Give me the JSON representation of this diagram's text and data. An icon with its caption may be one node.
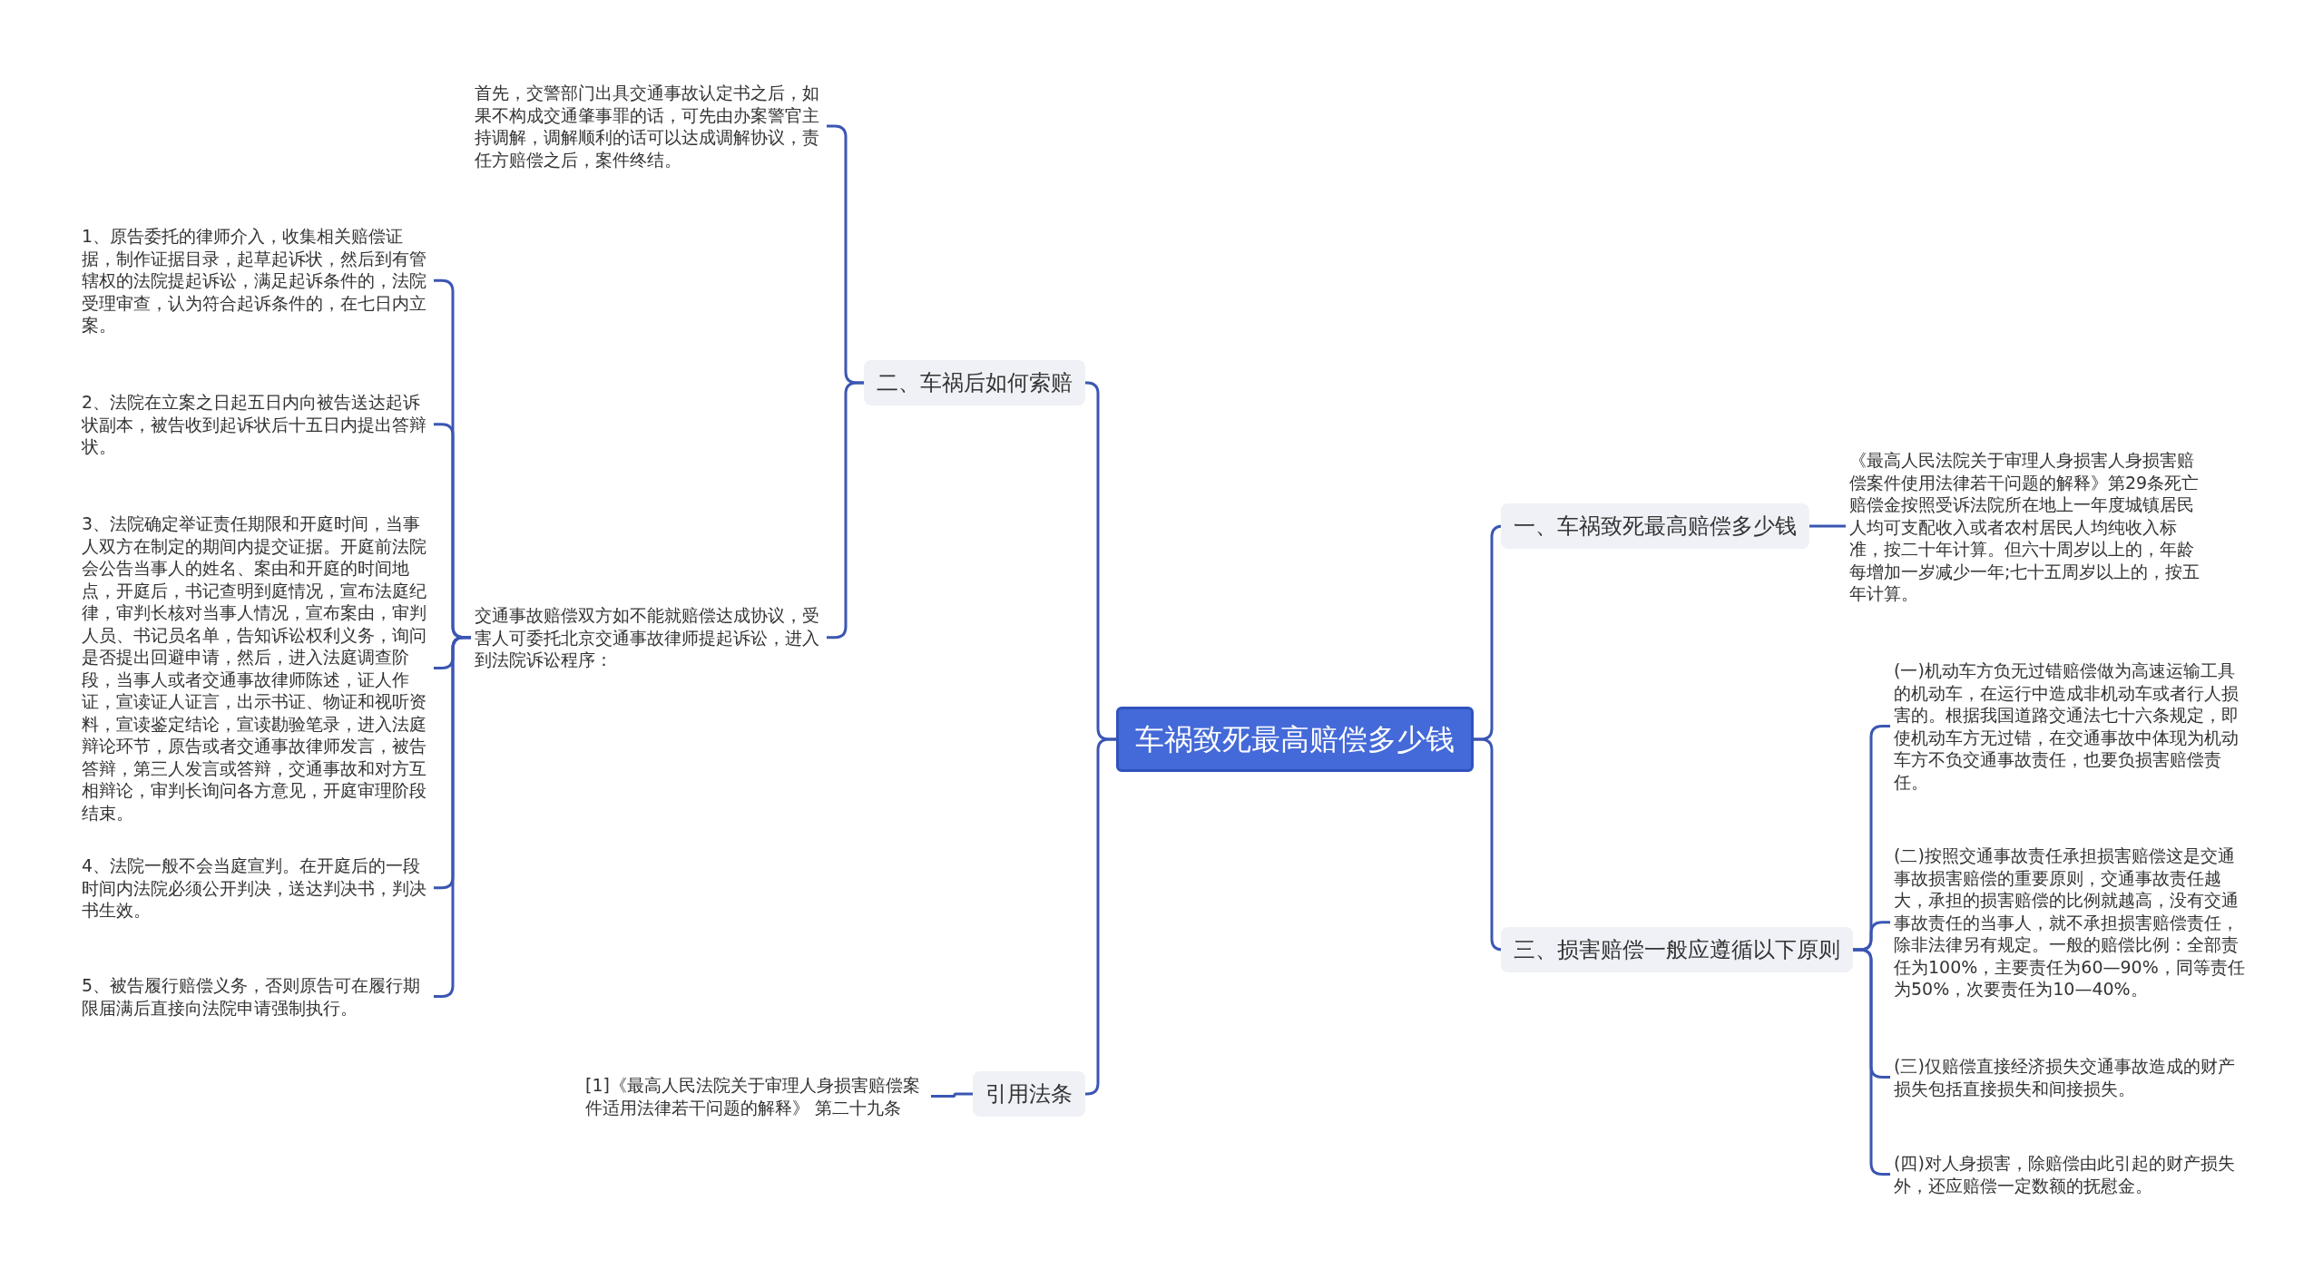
{
  "diagram": {
    "nodes": [
      {
        "text": [
          "车祸致死最高赔偿多少钱"
        ]
      },
      {
        "text": [
          "二、车祸后如何索赔"
        ]
      },
      {
        "text": [
          "首先，交警部门出具交通事故认定书之后，如果不构成交通肇事罪的话，可先由办案警官主持调解，调解顺利的话可以达成调解协议，责任方赔偿之后，案件终结。"
        ]
      },
      {
        "text": [
          "交通事故赔偿双方如不能就赔偿达成协议，受害人可委托北京交通事故律师提起诉讼，进入到法院诉讼程序："
        ]
      },
      {
        "text": [
          "1、原告委托的律师介入，收集相关赔偿证据，制作证据目录，起草起诉状，然后到有管辖权的法院提起诉讼，满足起诉条件的，法院受理审查，认为符合起诉条件的，在七日内立案。"
        ]
      },
      {
        "text": [
          "2、法院在立案之日起五日内向被告送达起诉状副本，被告收到起诉状后十五日内提出答辩状。"
        ]
      },
      {
        "text": [
          "3、法院确定举证责任期限和开庭时间，当事人双方在制定的期间内提交证据。开庭前法院会公告当事人的姓名、案由和开庭的时间地点，开庭后，书记查明到庭情况，宣布法庭纪律，审判长核对当事人情况，宣布案由，审判人员、书记员名单，告知诉讼权利义务，询问是否提出回避申请，然后，进入法庭调查阶段，当事人或者交通事故律师陈述，证人作证，宣读证人证言，出示书证、物证和视听资料，宣读鉴定结论，宣读勘验笔录，进入法庭辩论环节，原告或者交通事故律师发言，被告答辩，第三人发言或答辩，交通事故和对方互相辩论，审判长询问各方意见，开庭审理阶段结束。"
        ]
      },
      {
        "text": [
          "4、法院一般不会当庭宣判。在开庭后的一段时间内法院必须公开判决，送达判决书，判决书生效。"
        ]
      },
      {
        "text": [
          "5、被告履行赔偿义务，否则原告可在履行期限届满后直接向法院申请强制执行。"
        ]
      },
      {
        "text": [
          "引用法条"
        ]
      },
      {
        "text": [
          "[1]《最高人民法院关于审理人身损害赔偿案件适用法律若干问题的解释》 第二十九条"
        ]
      },
      {
        "text": [
          "一、车祸致死最高赔偿多少钱"
        ]
      },
      {
        "text": [
          "《最高人民法院关于审理人身损害人身损害赔偿案件使用法律若干问题的解释》第29条死亡赔偿金按照受诉法院所在地上一年度城镇居民人均可支配收入或者农村居民人均纯收入标准，按二十年计算。但六十周岁以上的，年龄每增加一岁减少一年;七十五周岁以上的，按五年计算。"
        ]
      },
      {
        "text": [
          "三、损害赔偿一般应遵循以下原则"
        ]
      },
      {
        "text": [
          "(一)机动车方负无过错赔偿做为高速运输工具的机动车，在运行中造成非机动车或者行人损害的。根据我国道路交通法七十六条规定，即使机动车方无过错，在交通事故中体现为机动车方不负交通事故责任，也要负损害赔偿责任。"
        ]
      },
      {
        "text": [
          "(二)按照交通事故责任承担损害赔偿这是交通事故损害赔偿的重要原则，交通事故责任越大，承担的损害赔偿的比例就越高，没有交通事故责任的当事人，就不承担损害赔偿责任，除非法律另有规定。一般的赔偿比例：全部责任为100%，主要责任为60—90%，同等责任为50%，次要责任为10—40%。"
        ]
      },
      {
        "text": [
          "(三)仅赔偿直接经济损失交通事故造成的财产损失包括直接损失和间接损失。"
        ]
      },
      {
        "text": [
          "(四)对人身损害，除赔偿由此引起的财产损失外，还应赔偿一定数额的抚慰金。"
        ]
      }
    ],
    "edges": [
      {
        "from": 0,
        "to": 1,
        "arrow": "none"
      },
      {
        "from": 0,
        "to": 9,
        "arrow": "none"
      },
      {
        "from": 0,
        "to": 11,
        "arrow": "none"
      },
      {
        "from": 0,
        "to": 13,
        "arrow": "none"
      },
      {
        "from": 1,
        "to": 2,
        "arrow": "none"
      },
      {
        "from": 1,
        "to": 3,
        "arrow": "none"
      },
      {
        "from": 3,
        "to": 4,
        "arrow": "none"
      },
      {
        "from": 3,
        "to": 5,
        "arrow": "none"
      },
      {
        "from": 3,
        "to": 6,
        "arrow": "none"
      },
      {
        "from": 3,
        "to": 7,
        "arrow": "none"
      },
      {
        "from": 3,
        "to": 8,
        "arrow": "none"
      },
      {
        "from": 9,
        "to": 10,
        "arrow": "none"
      },
      {
        "from": 11,
        "to": 12,
        "arrow": "none"
      },
      {
        "from": 13,
        "to": 14,
        "arrow": "none"
      },
      {
        "from": 13,
        "to": 15,
        "arrow": "none"
      },
      {
        "from": 13,
        "to": 16,
        "arrow": "none"
      },
      {
        "from": 13,
        "to": 17,
        "arrow": "none"
      }
    ]
  }
}
